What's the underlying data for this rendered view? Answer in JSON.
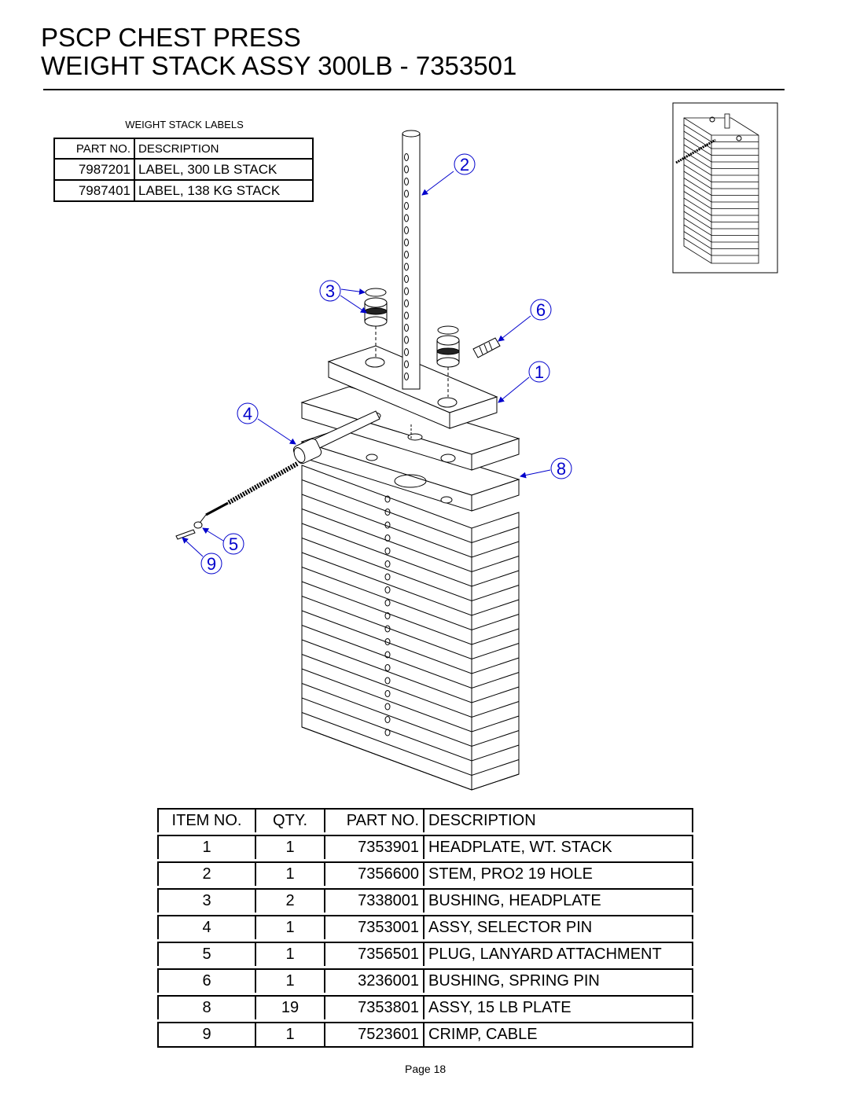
{
  "title": {
    "line1": "PSCP CHEST PRESS",
    "line2": "WEIGHT STACK ASSY 300LB - 7353501"
  },
  "labels_table": {
    "caption": "WEIGHT STACK LABELS",
    "headers": [
      "PART NO.",
      "DESCRIPTION"
    ],
    "rows": [
      [
        "7987201",
        "LABEL, 300 LB STACK"
      ],
      [
        "7987401",
        "LABEL, 138 KG STACK"
      ]
    ]
  },
  "callouts": [
    "1",
    "2",
    "3",
    "4",
    "5",
    "6",
    "8",
    "9"
  ],
  "parts_table": {
    "headers": [
      "ITEM NO.",
      "QTY.",
      "PART NO.",
      "DESCRIPTION"
    ],
    "rows": [
      [
        "1",
        "1",
        "7353901",
        "HEADPLATE, WT. STACK"
      ],
      [
        "2",
        "1",
        "7356600",
        "STEM, PRO2 19 HOLE"
      ],
      [
        "3",
        "2",
        "7338001",
        "BUSHING, HEADPLATE"
      ],
      [
        "4",
        "1",
        "7353001",
        "ASSY, SELECTOR PIN"
      ],
      [
        "5",
        "1",
        "7356501",
        "PLUG, LANYARD ATTACHMENT"
      ],
      [
        "6",
        "1",
        "3236001",
        "BUSHING, SPRING PIN"
      ],
      [
        "8",
        "19",
        "7353801",
        "ASSY, 15 LB PLATE"
      ],
      [
        "9",
        "1",
        "7523601",
        "CRIMP, CABLE"
      ]
    ]
  },
  "footer": {
    "page": "Page 18"
  },
  "colors": {
    "callout": "#0000cc",
    "line": "#000000"
  }
}
